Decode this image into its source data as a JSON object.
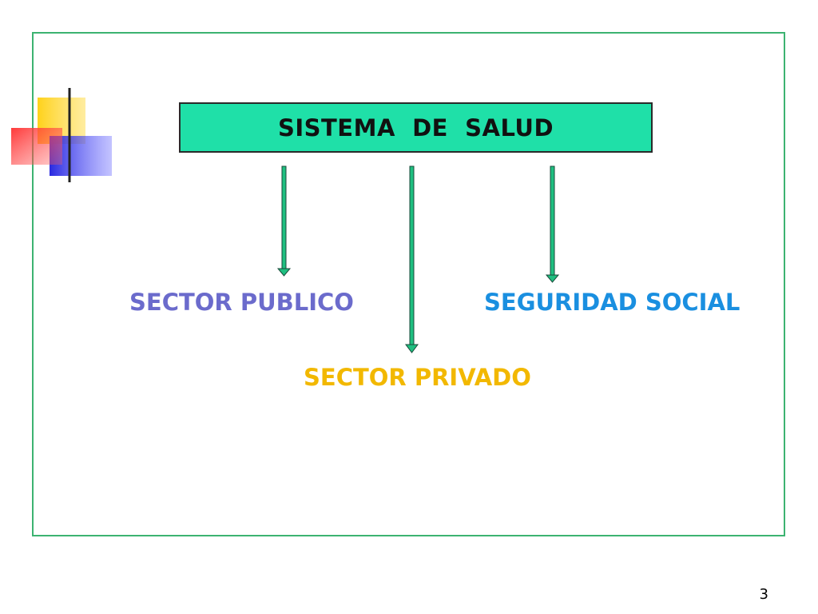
{
  "diagram": {
    "title": "SISTEMA  DE  SALUD",
    "branches": [
      {
        "label": "SECTOR PUBLICO",
        "color": "#6b6bcc"
      },
      {
        "label": "SEGURIDAD SOCIAL",
        "color": "#1a8fe0"
      },
      {
        "label": "SECTOR PRIVADO",
        "color": "#f2b800"
      }
    ]
  },
  "colors": {
    "frame": "#3cb371",
    "title_fill": "#1fe0a8",
    "arrow_fill": "#1fbf80"
  },
  "slide": {
    "page_number": "3"
  }
}
